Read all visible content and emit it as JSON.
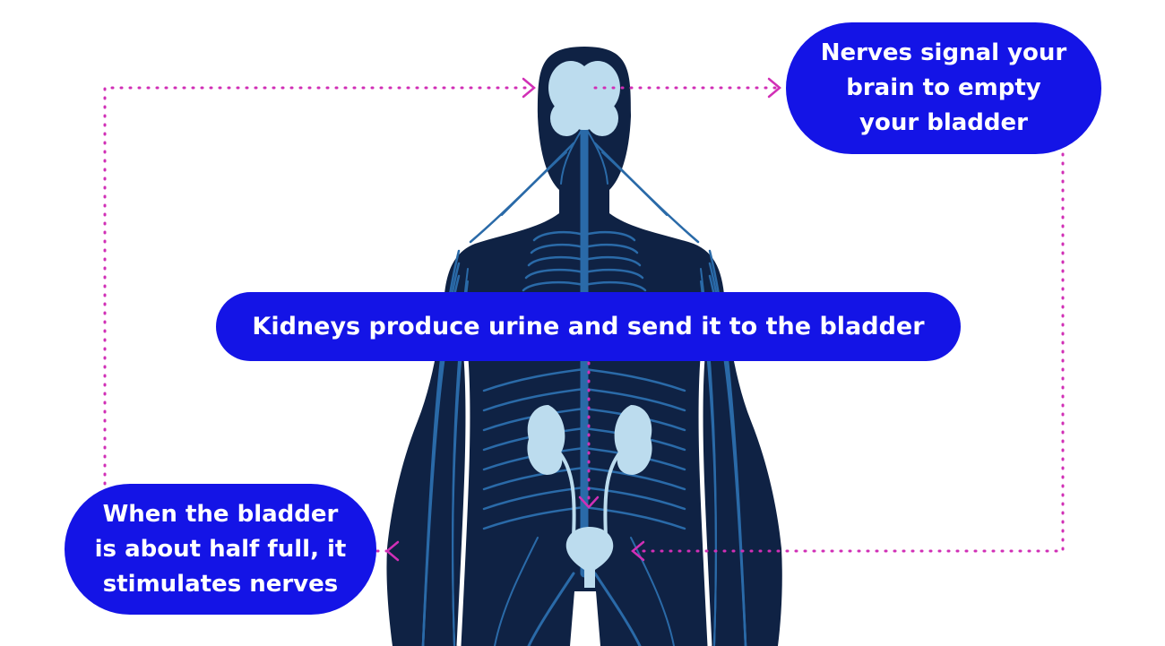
{
  "colors": {
    "background": "#ffffff",
    "body_fill": "#0f2244",
    "nerve": "#2a6aa8",
    "organ": "#bcdcee",
    "callout_fill": "#1414e6",
    "callout_text": "#ffffff",
    "flow_arrow": "#d12fb6"
  },
  "icons": {
    "body": "human-body-silhouette",
    "brain": "brain-icon",
    "kidneys": "kidney-icon",
    "bladder": "bladder-icon",
    "flow": "dotted-arrow-icon"
  },
  "callouts": {
    "brain": {
      "lines": [
        "Nerves signal your",
        "brain to empty",
        "your bladder"
      ]
    },
    "kidneys": {
      "text": "Kidneys produce urine and send it to the bladder"
    },
    "bladder": {
      "lines": [
        "When the bladder",
        "is about half full, it",
        "stimulates nerves"
      ]
    }
  }
}
